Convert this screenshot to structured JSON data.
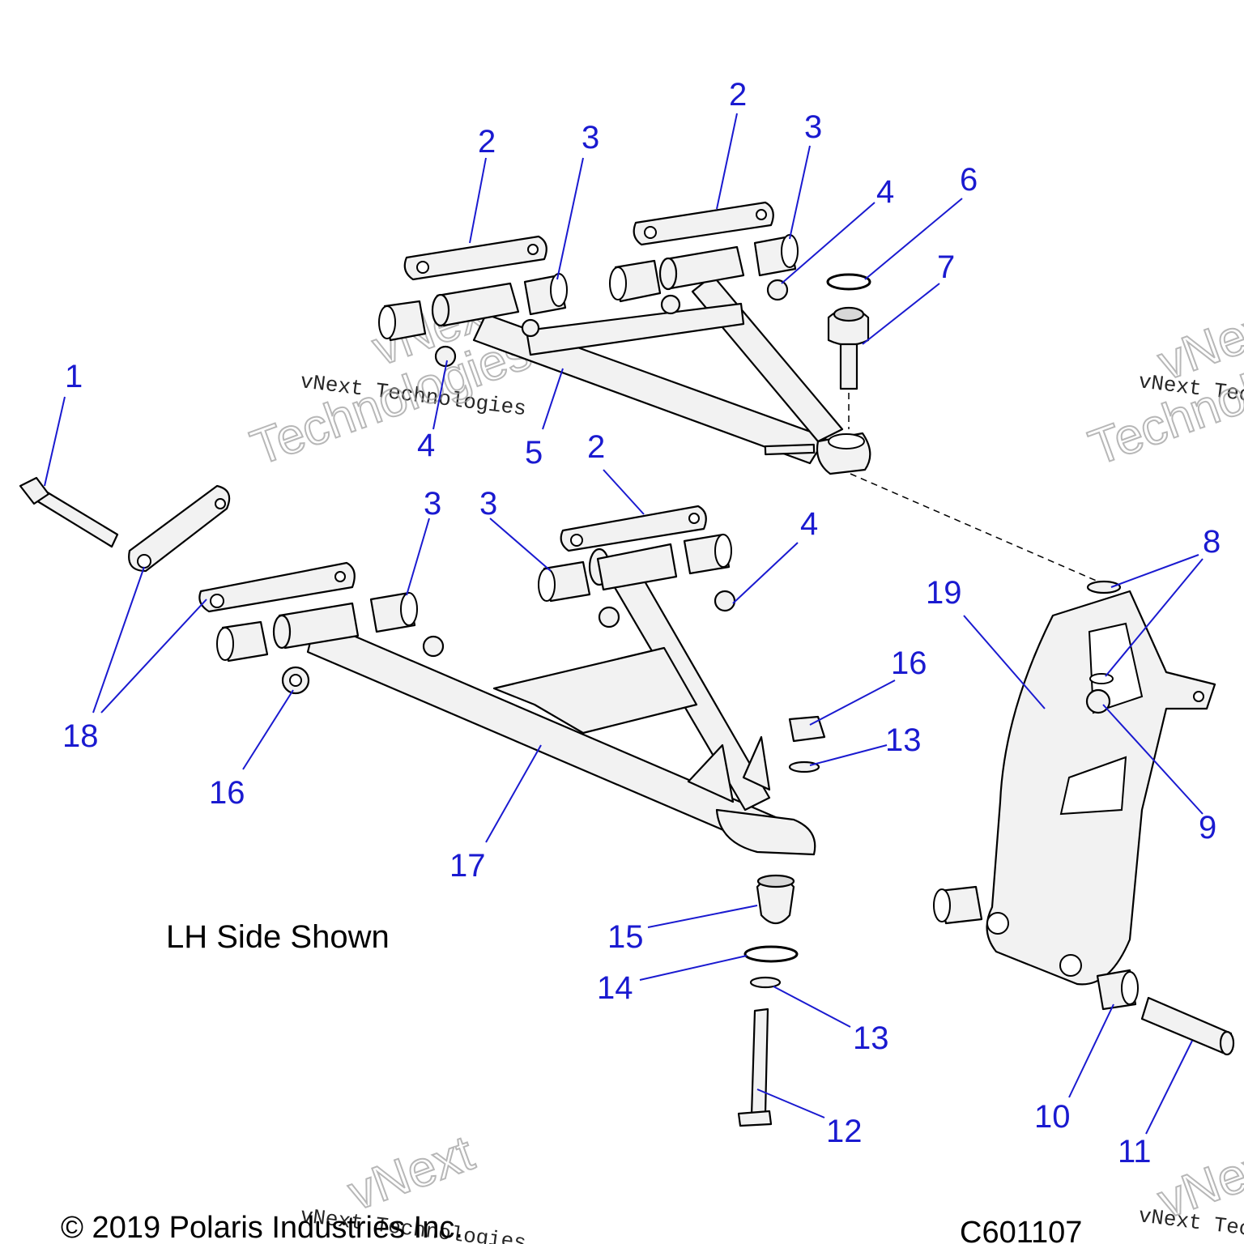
{
  "note": "LH Side Shown",
  "copyright": "© 2019 Polaris Industries Inc.",
  "diagram_code": "C601107",
  "watermark": {
    "small": "vNext Technologies",
    "big_top": "vNext",
    "big_bottom": "Technologies"
  },
  "callouts": {
    "c1": "1",
    "c2a": "2",
    "c2b": "2",
    "c2c": "2",
    "c3a": "3",
    "c3b": "3",
    "c3c": "3",
    "c3d": "3",
    "c4a": "4",
    "c4b": "4",
    "c4c": "4",
    "c5": "5",
    "c6": "6",
    "c7": "7",
    "c8": "8",
    "c9": "9",
    "c10": "10",
    "c11": "11",
    "c12": "12",
    "c13a": "13",
    "c13b": "13",
    "c14": "14",
    "c15": "15",
    "c16a": "16",
    "c16b": "16",
    "c17": "17",
    "c18": "18",
    "c19": "19"
  },
  "colors": {
    "callout": "#1a1ad0",
    "line": "#000000"
  }
}
